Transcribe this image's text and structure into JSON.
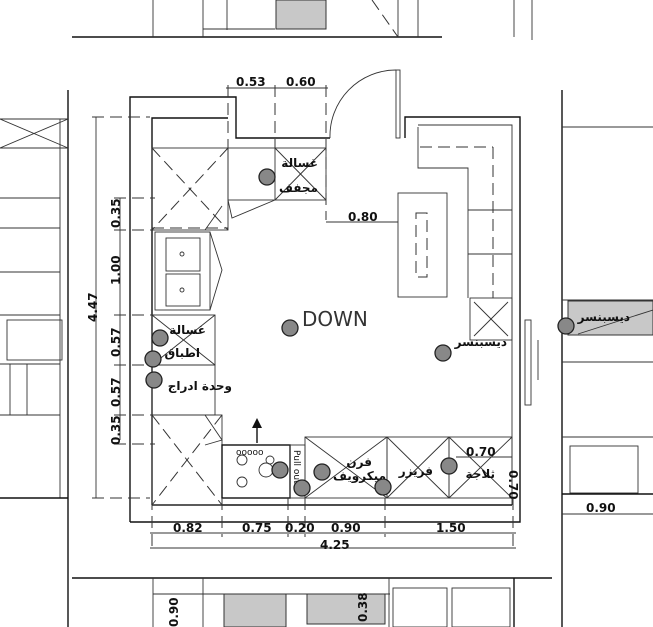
{
  "plan": {
    "title_text": "DOWN",
    "labels": {
      "washer_dryer_1": "غسالة",
      "washer_dryer_2": "مجفف",
      "dishwasher_1": "غسالة",
      "dishwasher_2": "اطباق",
      "drawer_unit": "وحدة ادراج",
      "oven_1": "فرن",
      "oven_2": "ميكرويف",
      "freezer": "فريزر",
      "fridge": "ثلاجة",
      "dispenser": "ديسبنسر",
      "dispenser_right": "ديسبنسر",
      "pull_out": "Pull out"
    },
    "dimensions": {
      "top_a": "0.53",
      "top_b": "0.60",
      "island_gap": "0.80",
      "left_a": "0.35",
      "left_b": "1.00",
      "left_c": "0.57",
      "left_d": "0.57",
      "left_e": "0.35",
      "left_total": "4.47",
      "bottom_a": "0.82",
      "bottom_b": "0.75",
      "bottom_c": "0.20",
      "bottom_d": "0.90",
      "bottom_e": "1.50",
      "bottom_total": "4.25",
      "fridge_w": "0.70",
      "fridge_d": "0.70",
      "right_room": "0.90",
      "lower_a": "0.90",
      "lower_b": "0.38"
    }
  }
}
